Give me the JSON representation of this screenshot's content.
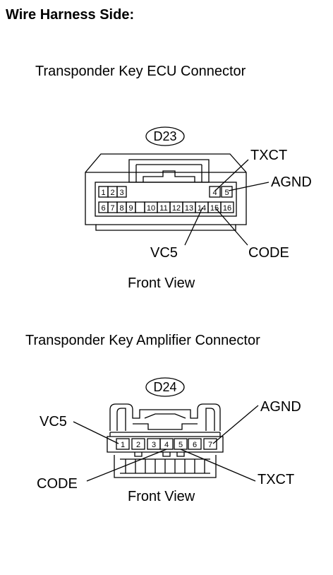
{
  "heading": "Wire Harness Side:",
  "ecu": {
    "title": "Transponder Key ECU Connector",
    "connector_id": "D23",
    "view": "Front View",
    "pins_top": [
      "1",
      "2",
      "3",
      "4",
      "5"
    ],
    "pins_bottom": [
      "6",
      "7",
      "8",
      "9",
      "10",
      "11",
      "12",
      "13",
      "14",
      "15",
      "16"
    ],
    "labels": {
      "txct": "TXCT",
      "agnd": "AGND",
      "vc5": "VC5",
      "code": "CODE"
    }
  },
  "amp": {
    "title": "Transponder Key Amplifier Connector",
    "connector_id": "D24",
    "view": "Front View",
    "pins": [
      "1",
      "2",
      "3",
      "4",
      "5",
      "6",
      "7"
    ],
    "labels": {
      "vc5": "VC5",
      "agnd": "AGND",
      "code": "CODE",
      "txct": "TXCT"
    }
  }
}
